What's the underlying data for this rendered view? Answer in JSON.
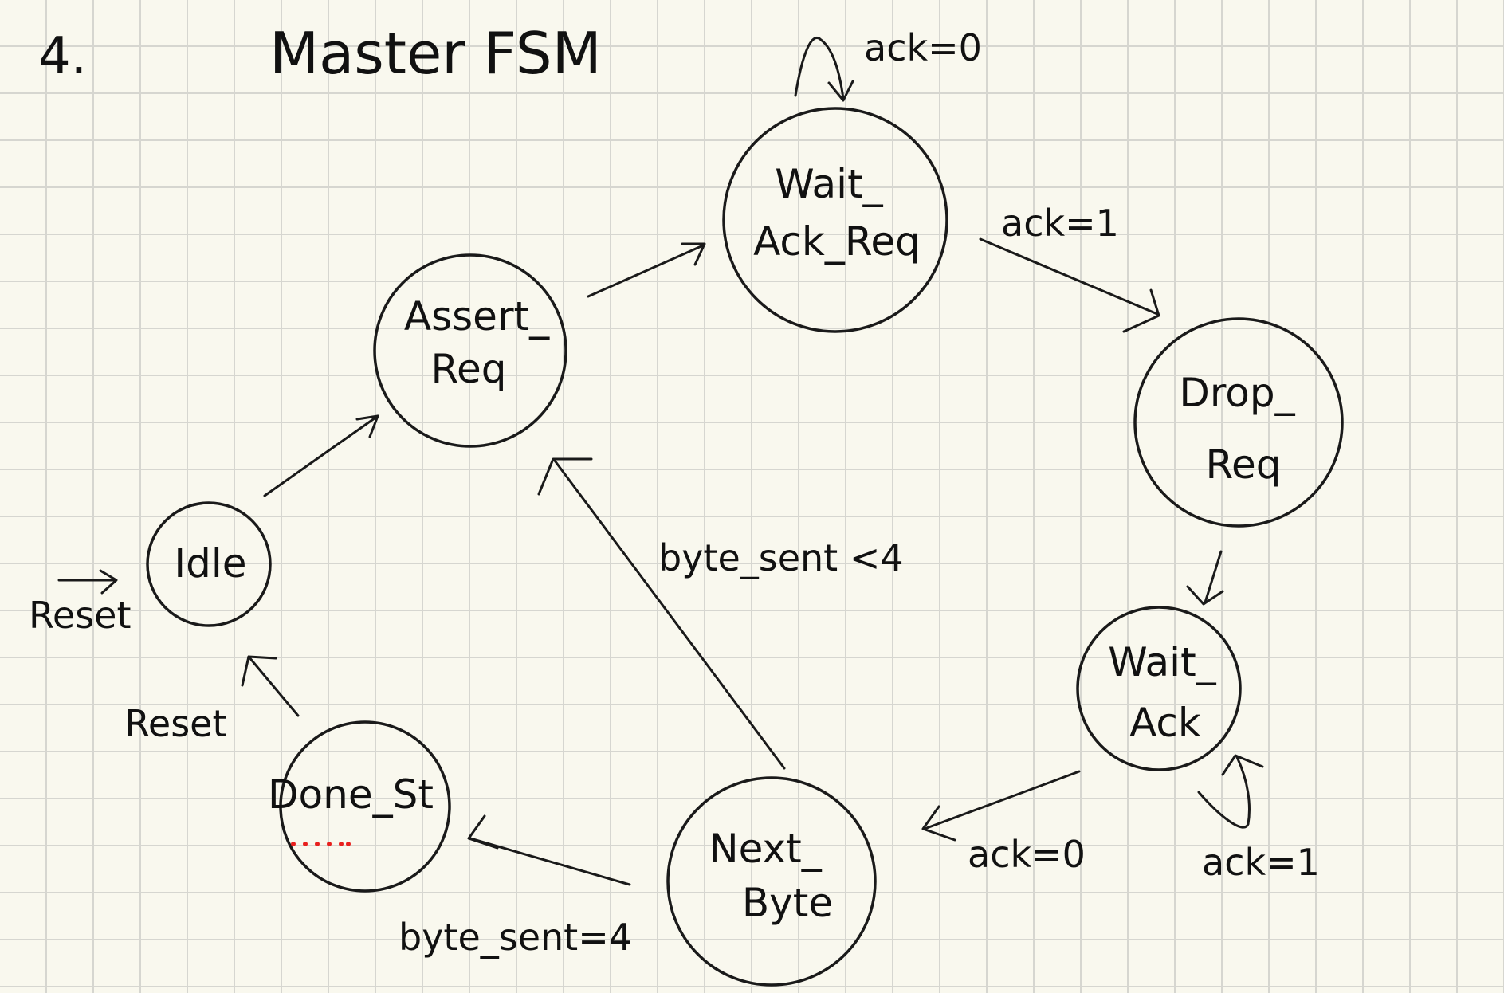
{
  "page": {
    "number": "4.",
    "title": "Master FSM"
  },
  "states": {
    "idle": "Idle",
    "assert_req_1": "Assert_",
    "assert_req_2": "Req",
    "wait_ack_req_1": "Wait_",
    "wait_ack_req_2": "Ack_Req",
    "drop_req_1": "Drop_",
    "drop_req_2": "Req",
    "wait_ack_1": "Wait_",
    "wait_ack_2": "Ack",
    "next_byte_1": "Next_",
    "next_byte_2": "Byte",
    "done_st": "Done_St"
  },
  "transitions": {
    "reset_in": "Reset",
    "wait_ack_req_self": "ack=0",
    "wait_ack_req_to_drop": "ack=1",
    "wait_ack_self": "ack=1",
    "wait_ack_to_next": "ack=0",
    "next_to_assert": "byte_sent <4",
    "next_to_done": "byte_sent=4",
    "done_to_idle": "Reset"
  },
  "colors": {
    "ink": "#1a1a1a",
    "paper": "#f9f8ee",
    "grid": "#d6d6d0",
    "underline_dots": "#e8201e"
  }
}
